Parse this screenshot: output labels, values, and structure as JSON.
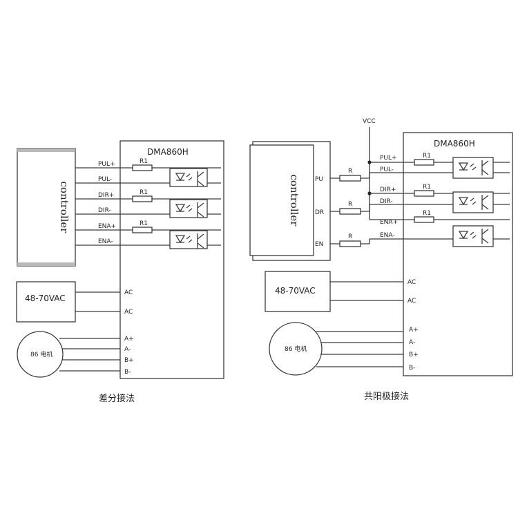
{
  "left": {
    "driver_label": "DMA860H",
    "controller_label": "controller",
    "supply_label": "48-70VAC",
    "motor_label": "86 电机",
    "signals": [
      "PUL+",
      "PUL-",
      "DIR+",
      "DIR-",
      "ENA+",
      "ENA-"
    ],
    "resistor_label": "R1",
    "ac_labels": [
      "AC",
      "AC"
    ],
    "motor_pins": [
      "A+",
      "A-",
      "B+",
      "B-"
    ],
    "caption": "差分接法"
  },
  "right": {
    "vcc_label": "VCC",
    "driver_label": "DMA860H",
    "controller_label": "controller",
    "supply_label": "48-70VAC",
    "motor_label": "86 电机",
    "ctrl_pins": [
      "PU",
      "DR",
      "EN"
    ],
    "ext_resistor_label": "R",
    "signals": [
      "PUL+",
      "PUL-",
      "DIR+",
      "DIR-",
      "ENA+",
      "ENA-"
    ],
    "resistor_label": "R1",
    "ac_labels": [
      "AC",
      "AC"
    ],
    "motor_pins": [
      "A+",
      "A-",
      "B+",
      "B-"
    ],
    "caption": "共阳极接法"
  }
}
